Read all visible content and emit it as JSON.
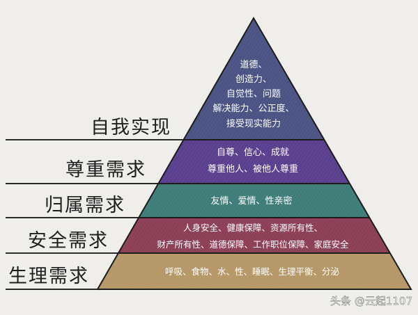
{
  "levels": [
    {
      "name": "自我实现",
      "lines": [
        "道德、",
        "创造力、",
        "自觉性、问题",
        "解决能力、公正度、",
        "接受现实能力"
      ],
      "color": "#4a5383"
    },
    {
      "name": "尊重需求",
      "lines": [
        "自尊、信心、成就",
        "尊重他人、被他人尊重"
      ],
      "color": "#5b3f8f"
    },
    {
      "name": "归属需求",
      "lines": [
        "友情、爱情、性亲密"
      ],
      "color": "#3e7d78"
    },
    {
      "name": "安全需求",
      "lines": [
        "人身安全、健康保障、资源所有性、",
        "财产所有性、道德保障、工作职位保障、家庭安全"
      ],
      "color": "#8c3f56"
    },
    {
      "name": "生理需求",
      "lines": [
        "呼吸、食物、水、性、睡眠、生理平衡、分泌"
      ],
      "color": "#b69868"
    }
  ],
  "watermark": "头条 @云起1107"
}
